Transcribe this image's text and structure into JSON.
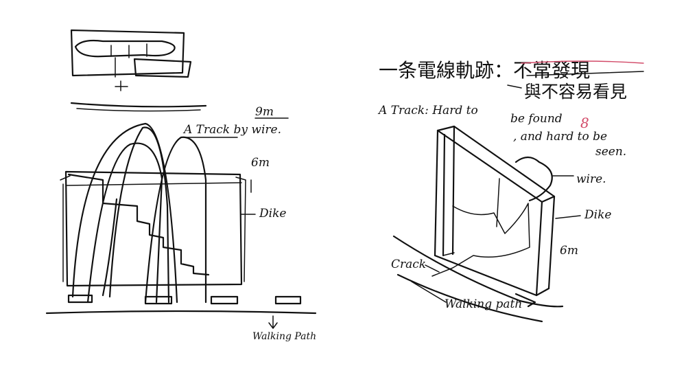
{
  "left_sketch": {
    "title": "A Track by wire.",
    "height_top": "9m",
    "height_dike": "6m",
    "label_dike": "Dike",
    "label_path": "Walking Path"
  },
  "right_sketch": {
    "chinese_line_1": "一条電線軌跡：不常發現",
    "chinese_line_2": "與不容易看見",
    "english_line_1": "A Track: Hard to",
    "english_line_2": "be found",
    "english_line_3": ", and hard to be",
    "english_line_4": "seen.",
    "correction_mark": "8",
    "label_wire": "wire.",
    "label_dike": "Dike",
    "label_height": "6m",
    "label_crack": "Crack",
    "label_path": "Walking path"
  },
  "colors": {
    "ink": "#111111",
    "correction": "#d24a68",
    "background": "#ffffff"
  }
}
